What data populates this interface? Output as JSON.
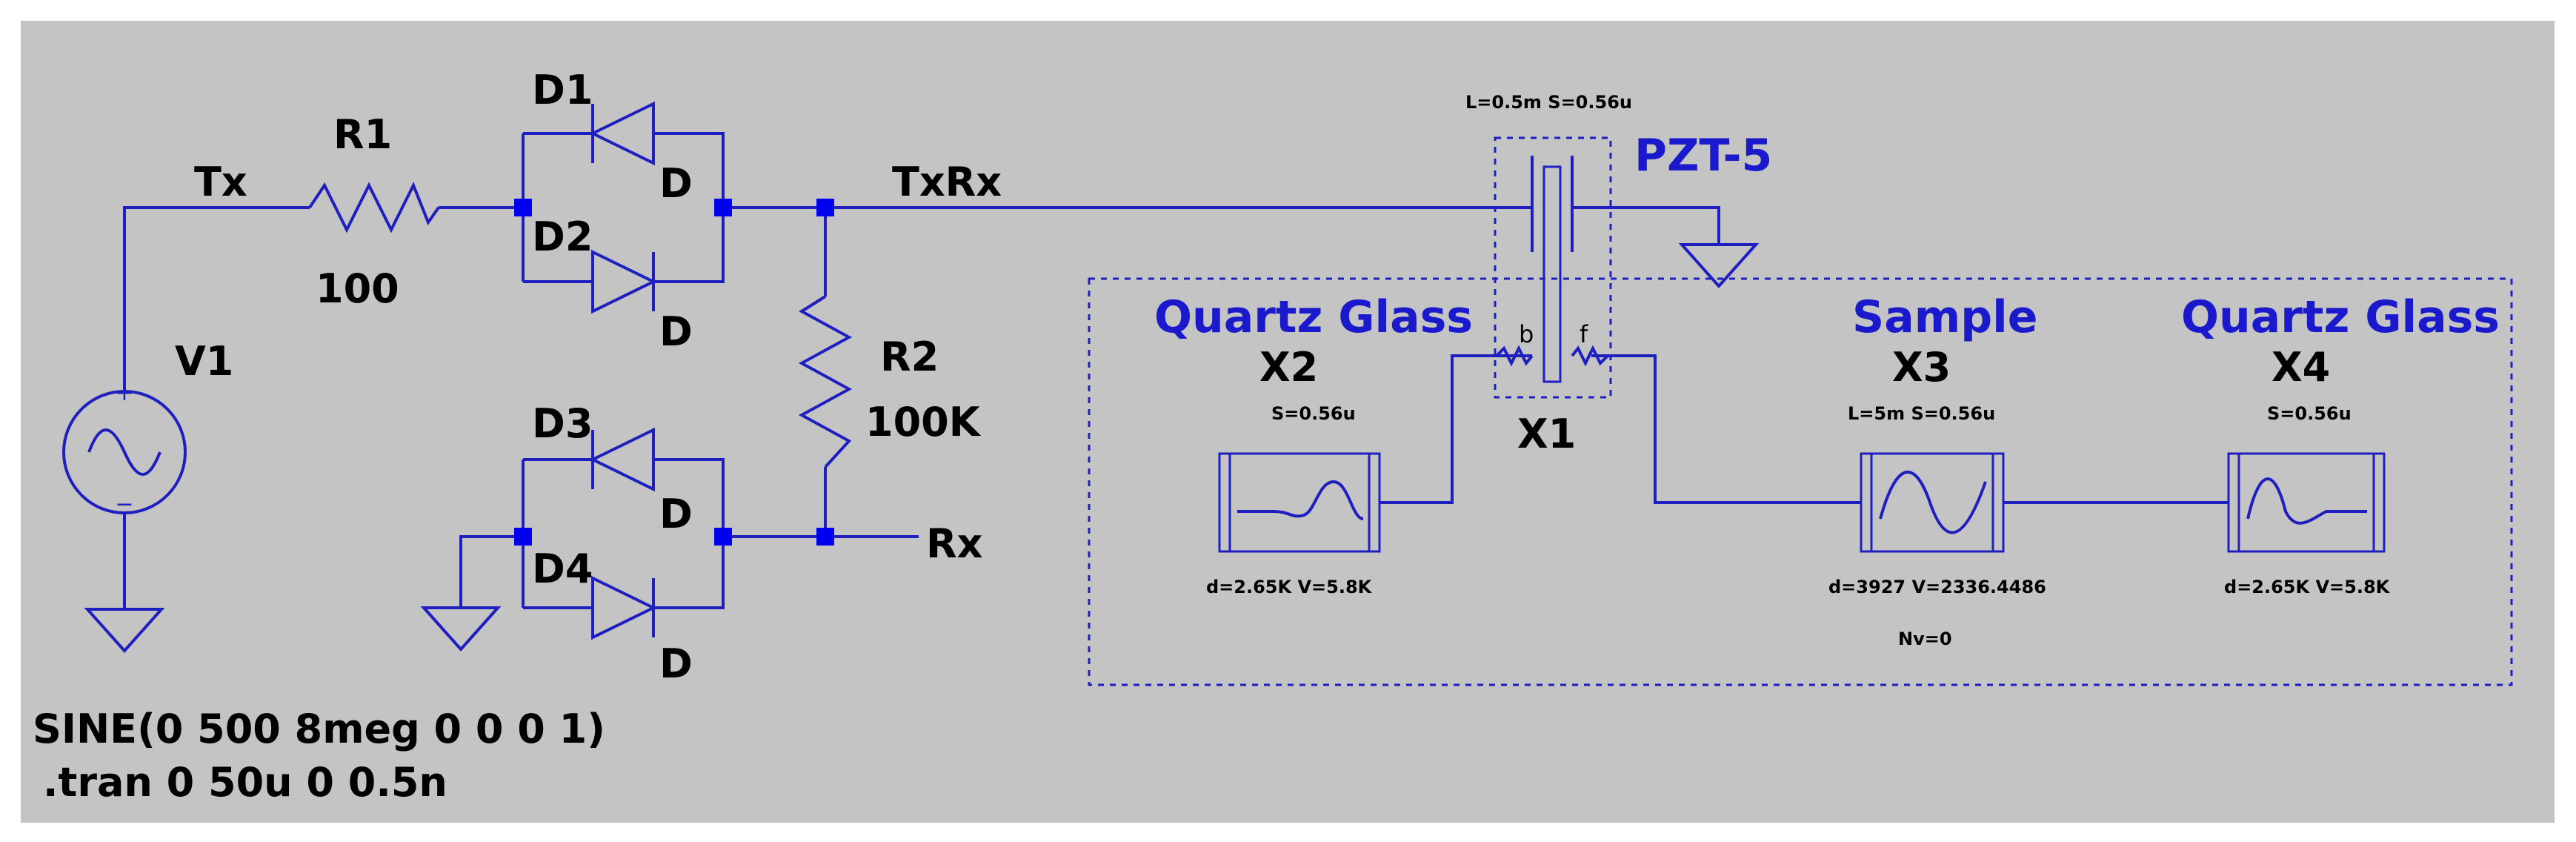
{
  "colors": {
    "background": "#c4c4c4",
    "wire": "#1f1fbf",
    "junction": "#0000ee",
    "label_blue": "#1a1acc",
    "text": "#000000"
  },
  "nets": {
    "tx": "Tx",
    "txrx": "TxRx",
    "rx": "Rx"
  },
  "components": {
    "v1": {
      "name": "V1"
    },
    "r1": {
      "name": "R1",
      "value": "100"
    },
    "r2": {
      "name": "R2",
      "value": "100K"
    },
    "d1": {
      "name": "D1",
      "model": "D"
    },
    "d2": {
      "name": "D2",
      "model": "D"
    },
    "d3": {
      "name": "D3",
      "model": "D"
    },
    "d4": {
      "name": "D4",
      "model": "D"
    },
    "x1": {
      "name": "X1",
      "params": "L=0.5m S=0.56u",
      "label": "PZT-5",
      "port_b": "b",
      "port_f": "f"
    },
    "x2": {
      "name": "X2",
      "label": "Quartz Glass",
      "params_top": "S=0.56u",
      "params_bottom": "d=2.65K V=5.8K"
    },
    "x3": {
      "name": "X3",
      "label": "Sample",
      "params_top": "L=5m S=0.56u",
      "params_bottom": "d=3927 V=2336.4486",
      "extra": "Nv=0"
    },
    "x4": {
      "name": "X4",
      "label": "Quartz Glass",
      "params_top": "S=0.56u",
      "params_bottom": "d=2.65K V=5.8K"
    }
  },
  "directives": {
    "source": "SINE(0 500 8meg 0 0 0 1)",
    "tran": ".tran 0 50u 0 0.5n"
  }
}
